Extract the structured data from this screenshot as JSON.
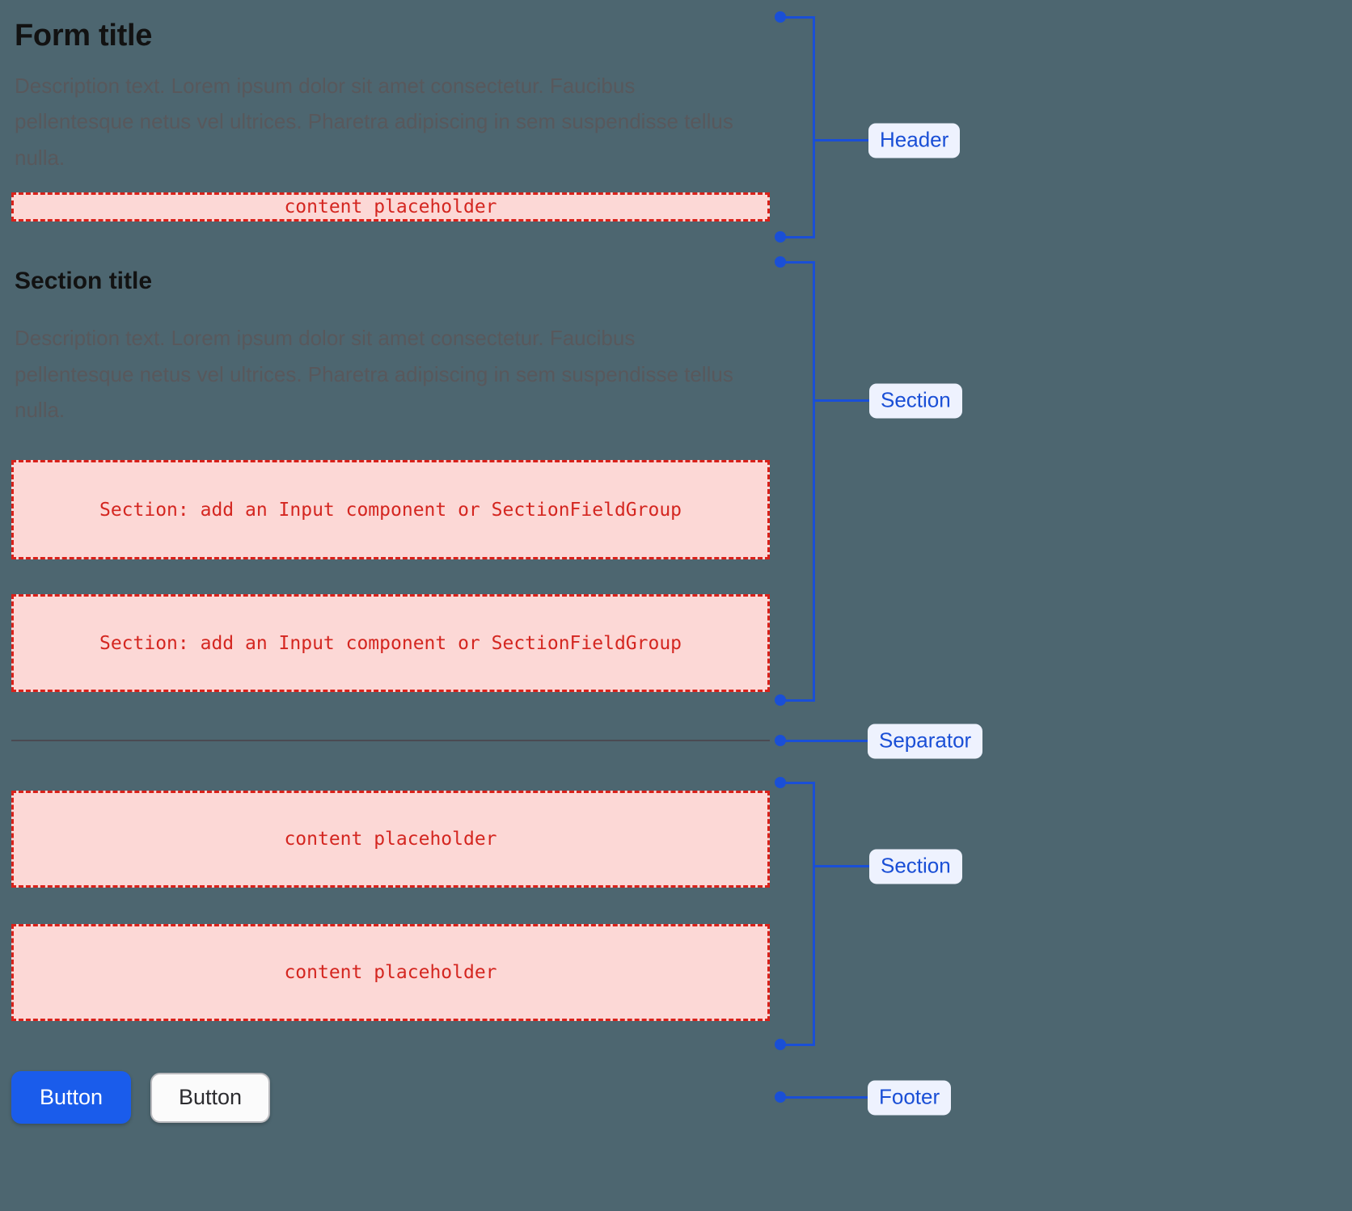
{
  "page": {
    "background_color": "#4d6670",
    "accent_color": "#1a4fd6",
    "placeholder_color": "#d42620",
    "placeholder_bg": "#fcd8d6"
  },
  "form": {
    "title": "Form title",
    "header_description": "Description text. Lorem ipsum dolor sit amet consectetur. Faucibus pellentesque netus vel ultrices. Pharetra adipiscing in sem suspendisse tellus nulla.",
    "header_placeholder": "content placeholder",
    "section": {
      "title": "Section title",
      "description": "Description text. Lorem ipsum dolor sit amet consectetur. Faucibus pellentesque netus vel ultrices. Pharetra adipiscing in sem suspendisse tellus nulla.",
      "field_placeholder_1": "Section: add an Input component or SectionFieldGroup",
      "field_placeholder_2": "Section: add an Input component or SectionFieldGroup"
    },
    "section_2": {
      "content_placeholder_1": "content placeholder",
      "content_placeholder_2": "content placeholder"
    },
    "footer": {
      "primary_button": "Button",
      "secondary_button": "Button"
    }
  },
  "annotations": {
    "header": "Header",
    "section_top": "Section",
    "separator": "Separator",
    "section_bottom": "Section",
    "footer": "Footer"
  }
}
